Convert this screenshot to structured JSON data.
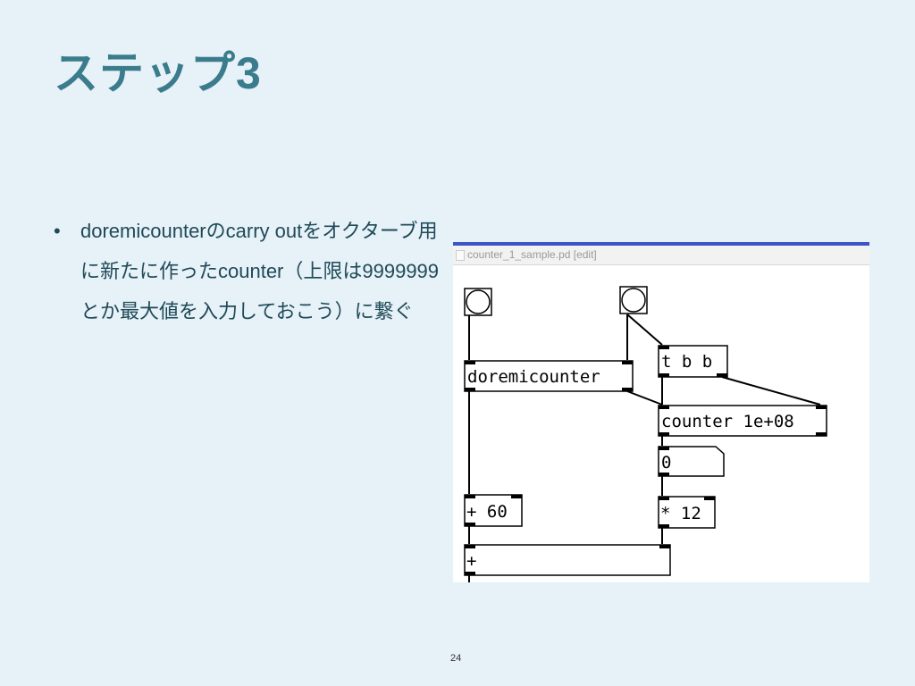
{
  "slide": {
    "title": "ステップ3",
    "bullet": "doremicounterのcarry outをオクターブ用に新たに作ったcounter（上限は9999999とか最大値を入力しておこう）に繋ぐ",
    "page_number": "24"
  },
  "pd_window": {
    "title": "counter_1_sample.pd [edit]",
    "accent_color": "#3b55c6",
    "objects": {
      "doremicounter": "doremicounter",
      "trigger": "t b b",
      "counter": "counter 1e+08",
      "number": "0",
      "plus60": "+ 60",
      "times12": "* 12",
      "plus": "+"
    }
  }
}
